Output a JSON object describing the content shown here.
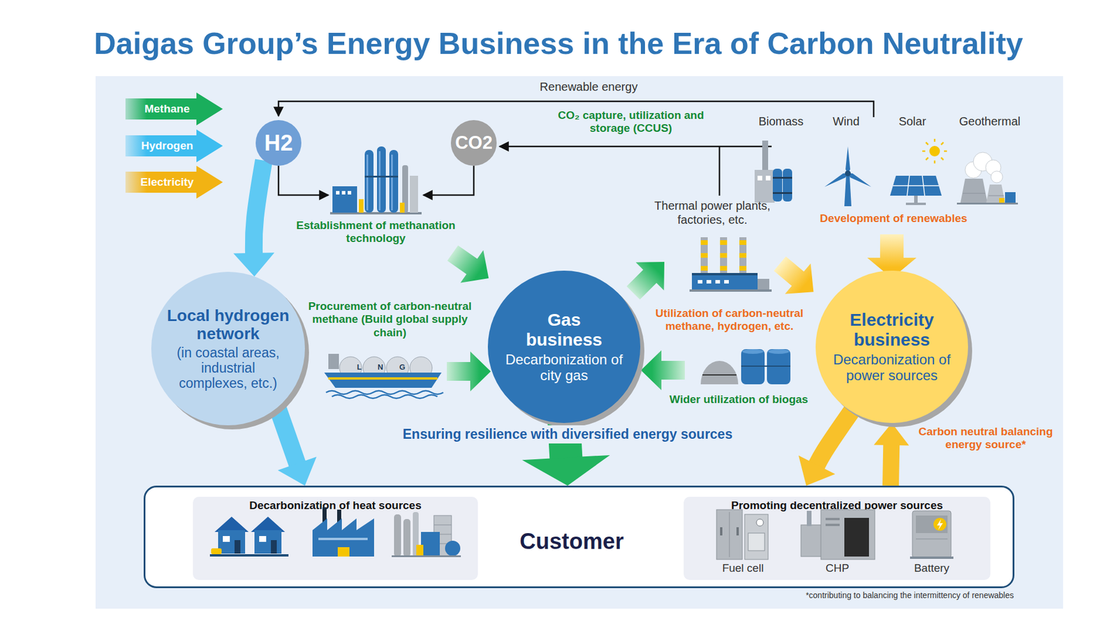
{
  "diagram": {
    "title": "Daigas Group’s Energy Business in the Era of Carbon Neutrality",
    "nodes": [
      {
        "text": [
          "Methane"
        ]
      },
      {
        "text": [
          "Hydrogen"
        ]
      },
      {
        "text": [
          "Electricity"
        ]
      },
      {
        "text": [
          "H2"
        ]
      },
      {
        "text": [
          "CO2"
        ]
      },
      {
        "text": [
          "Local hydrogen network",
          "(in coastal areas, industrial complexes, etc.)"
        ]
      },
      {
        "text": [
          "Gas business",
          "Decarbonization of city gas"
        ]
      },
      {
        "text": [
          "Electricity business",
          "Decarbonization of power sources"
        ]
      },
      {
        "text": [
          "Customer"
        ]
      },
      {
        "text": [
          "Decarbonization of heat sources"
        ],
        "in": 8
      },
      {
        "text": [
          "Promoting decentralized power sources"
        ],
        "in": 8
      }
    ],
    "edges": [
      {
        "from": 3,
        "to": 5,
        "arrow": "to"
      },
      {
        "from": 5,
        "to": 8,
        "arrow": "to"
      },
      {
        "from": 6,
        "to": 8,
        "arrow": "to"
      },
      {
        "from": 7,
        "to": 8,
        "arrow": "to"
      },
      {
        "from": 8,
        "to": 7,
        "arrow": "to"
      }
    ],
    "labels": [
      "Renewable energy",
      "CO₂ capture, utilization and storage (CCUS)",
      "Biomass",
      "Wind",
      "Solar",
      "Geothermal",
      "Establishment of methanation technology",
      "Thermal power plants, factories, etc.",
      "Development of renewables",
      "Procurement of carbon-neutral methane (Build global supply chain)",
      "L N G",
      "Utilization of carbon-neutral methane, hydrogen, etc.",
      "Wider utilization of biogas",
      "Ensuring resilience with diversified energy sources",
      "Carbon neutral balancing energy source*",
      "Fuel cell",
      "CHP",
      "Battery",
      "*contributing to balancing the intermittency of renewables"
    ]
  }
}
